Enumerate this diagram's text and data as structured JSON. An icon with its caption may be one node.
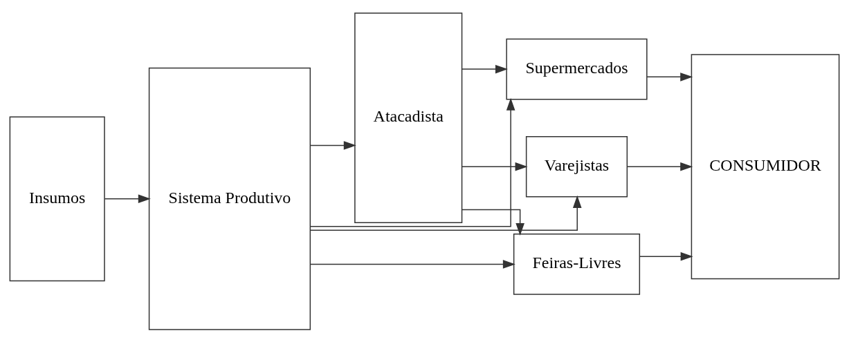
{
  "diagram": {
    "nodes": [
      {
        "text": [
          "Insumos"
        ]
      },
      {
        "text": [
          "Sistema Produtivo"
        ]
      },
      {
        "text": [
          "Atacadista"
        ]
      },
      {
        "text": [
          "Supermercados"
        ]
      },
      {
        "text": [
          "Varejistas"
        ]
      },
      {
        "text": [
          "Feiras-Livres"
        ]
      },
      {
        "text": [
          "CONSUMIDOR"
        ]
      }
    ],
    "edges": [
      {
        "from": 0,
        "to": 1,
        "arrow": "to"
      },
      {
        "from": 1,
        "to": 3,
        "arrow": "to"
      },
      {
        "from": 1,
        "to": 2,
        "arrow": "to"
      },
      {
        "from": 1,
        "to": 4,
        "arrow": "to"
      },
      {
        "from": 1,
        "to": 5,
        "arrow": "to"
      },
      {
        "from": 2,
        "to": 3,
        "arrow": "to"
      },
      {
        "from": 2,
        "to": 4,
        "arrow": "to"
      },
      {
        "from": 2,
        "to": 5,
        "arrow": "to"
      },
      {
        "from": 3,
        "to": 6,
        "arrow": "to"
      },
      {
        "from": 4,
        "to": 6,
        "arrow": "to"
      },
      {
        "from": 5,
        "to": 6,
        "arrow": "to"
      }
    ]
  }
}
